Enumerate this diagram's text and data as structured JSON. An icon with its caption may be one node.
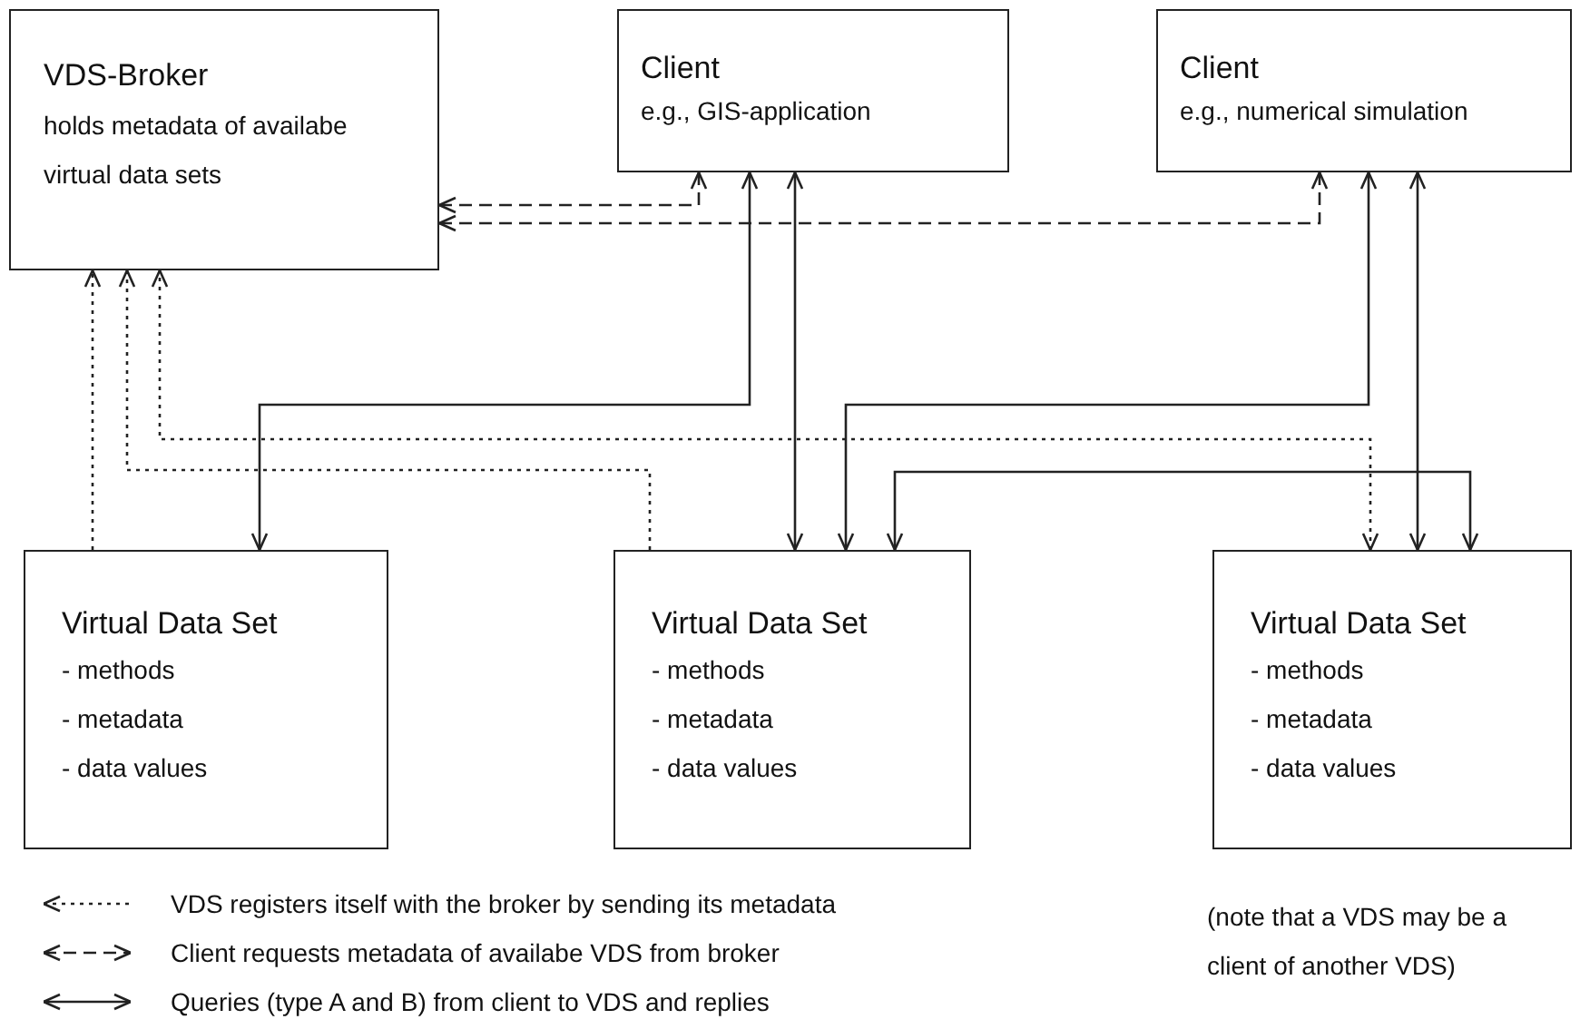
{
  "diagram": {
    "nodes": [
      {
        "text": [
          "VDS-Broker",
          "holds metadata of availabe virtual data sets"
        ]
      },
      {
        "text": [
          "Client",
          "e.g., GIS-application"
        ]
      },
      {
        "text": [
          "Client",
          "e.g., numerical simulation"
        ]
      },
      {
        "text": [
          "Virtual Data Set",
          "- methods",
          "- metadata",
          "- data values"
        ]
      },
      {
        "text": [
          "Virtual Data Set",
          "- methods",
          "- metadata",
          "- data values"
        ]
      },
      {
        "text": [
          "Virtual Data Set",
          "- methods",
          "- metadata",
          "- data values"
        ]
      }
    ],
    "edges": [
      {
        "from": 3,
        "to": 0,
        "arrow": "to",
        "style": "dashed"
      },
      {
        "from": 4,
        "to": 0,
        "arrow": "to",
        "style": "dashed"
      },
      {
        "from": 5,
        "to": 0,
        "arrow": "both",
        "style": "dashed"
      },
      {
        "from": 0,
        "to": 1,
        "arrow": "both",
        "style": "dashed"
      },
      {
        "from": 0,
        "to": 2,
        "arrow": "both",
        "style": "dashed"
      },
      {
        "from": 1,
        "to": 3,
        "arrow": "both"
      },
      {
        "from": 1,
        "to": 4,
        "arrow": "both"
      },
      {
        "from": 2,
        "to": 4,
        "arrow": "both"
      },
      {
        "from": 4,
        "to": 5,
        "arrow": "both"
      },
      {
        "from": 2,
        "to": 5,
        "arrow": "both"
      }
    ],
    "labels": [
      "(note that a VDS may be a client of another VDS)"
    ],
    "legend": [
      {
        "text": "VDS registers itself with the broker by sending its metadata"
      },
      {
        "text": "Client requests metadata of availabe VDS from broker"
      },
      {
        "text": "Queries (type A and B) from client to VDS and replies"
      }
    ]
  }
}
